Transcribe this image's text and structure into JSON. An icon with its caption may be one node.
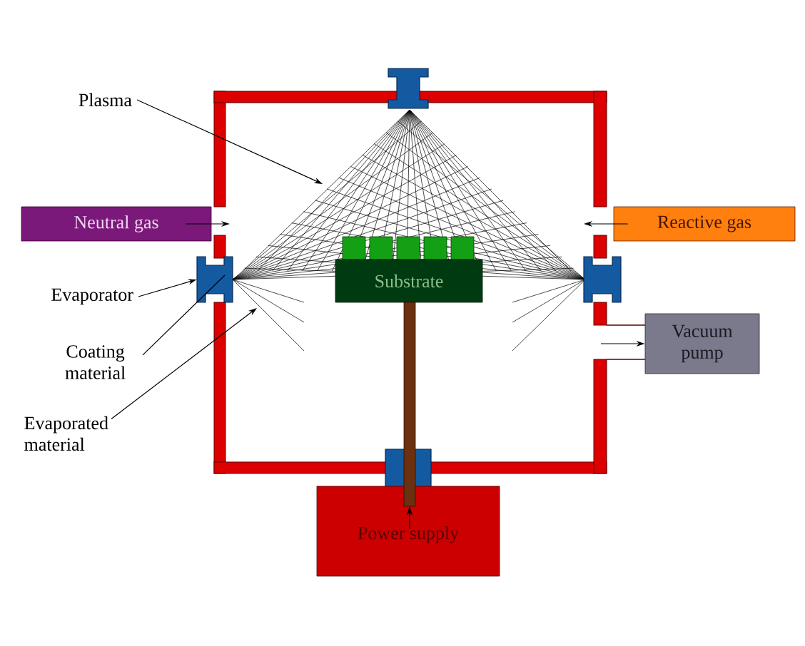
{
  "diagram": {
    "nodes": [
      {
        "text": [
          "Plasma"
        ]
      },
      {
        "text": [
          "Neutral gas"
        ]
      },
      {
        "text": [
          "Reactive gas"
        ]
      },
      {
        "text": [
          "Evaporator"
        ]
      },
      {
        "text": [],
        "shape": "box"
      },
      {
        "text": [
          "Substrate"
        ]
      },
      {
        "text": [
          "Coating material"
        ]
      },
      {
        "text": [
          "Vacuum pump"
        ]
      },
      {
        "text": [
          "Evaporated material"
        ]
      },
      {
        "text": [],
        "shape": "bar"
      },
      {
        "text": [
          "Power supply"
        ]
      },
      {
        "text": [],
        "shape": "box"
      },
      {
        "text": [],
        "shape": "box"
      },
      {
        "text": [],
        "shape": "box"
      }
    ],
    "edges": [
      {
        "from": 0,
        "to": null,
        "arrow": "to"
      },
      {
        "from": 1,
        "to": null,
        "arrow": "to"
      },
      {
        "from": 2,
        "to": null,
        "arrow": "to"
      },
      {
        "from": 3,
        "to": 4,
        "arrow": "to"
      },
      {
        "from": 6,
        "to": 4,
        "arrow": "none"
      },
      {
        "from": 8,
        "to": null,
        "arrow": "to"
      },
      {
        "from": null,
        "to": 7,
        "arrow": "to"
      },
      {
        "from": 10,
        "to": 9,
        "arrow": "to"
      }
    ]
  }
}
